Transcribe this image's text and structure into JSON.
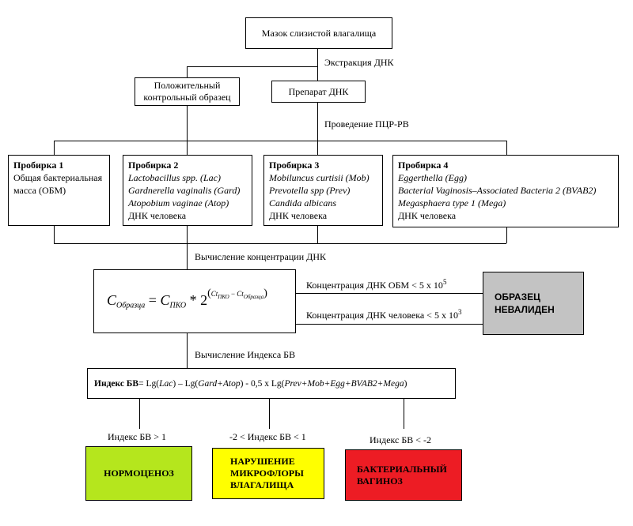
{
  "top_box": "Мазок слизистой влагалища",
  "extraction_label": "Экстракция ДНК",
  "positive_control": [
    "Положительный",
    "контрольный образец"
  ],
  "dna_prep": "Препарат ДНК",
  "pcr_label": "Проведение ПЦР-РВ",
  "tubes": [
    {
      "title": "Пробирка 1",
      "lines": [
        "Общая бактериальная",
        "масса (ОБМ)"
      ],
      "italic": [
        false,
        false
      ]
    },
    {
      "title": "Пробирка 2",
      "lines": [
        "Lactobacillus spp. (Lac)",
        "Gardnerella vaginalis (Gard)",
        "Atopobium vaginae (Atop)",
        "ДНК человека"
      ],
      "italic": [
        true,
        true,
        true,
        false
      ]
    },
    {
      "title": "Пробирка 3",
      "lines": [
        "Mobiluncus curtisii (Mob)",
        "Prevotella spp (Prev)",
        "Candida albicans",
        "ДНК человека"
      ],
      "italic": [
        true,
        true,
        true,
        false
      ]
    },
    {
      "title": "Пробирка 4",
      "lines": [
        "Eggerthella (Egg)",
        "Bacterial Vaginosis–Associated Bacteria 2 (BVAB2)",
        "Megasphaera type 1 (Mega)",
        "ДНК человека"
      ],
      "italic": [
        true,
        true,
        true,
        false
      ]
    }
  ],
  "conc_label": "Вычисление концентрации ДНК",
  "formula": {
    "c": "C",
    "sample_sub": "Образца",
    "eq": " = ",
    "pko_sub": "ПКО",
    "mult": " * 2",
    "exp_ct1": "Ct",
    "exp_ct1_sub": "ПКО",
    "exp_minus": " − ",
    "exp_ct2": "Ct",
    "exp_ct2_sub": "Образца"
  },
  "cond1": {
    "text": "Концентрация ДНК ОБМ < 5 x 10",
    "exp": "5"
  },
  "cond2": {
    "text": "Концентрация ДНК человека < 5 x 10",
    "exp": "3"
  },
  "invalid": [
    "ОБРАЗЕЦ",
    "НЕВАЛИДЕН"
  ],
  "index_calc_label": "Вычисление Индекса БВ",
  "index_formula": {
    "bold": "Индекс БВ",
    "p1": " = Lg(",
    "lac": "Lac",
    "p2": ") – Lg(",
    "gardatop": "Gard+Atop",
    "p3": ") - 0,5 x Lg(",
    "rest": "Prev+Mob+Egg+BVAB2+Mega",
    "p4": ")"
  },
  "thresholds": [
    "Индекс БВ > 1",
    "-2 < Индекс БВ < 1",
    "Индекс БВ < -2"
  ],
  "results": [
    {
      "lines": [
        "НОРМОЦЕНОЗ"
      ],
      "color": "#b5e61d"
    },
    {
      "lines": [
        "НАРУШЕНИЕ",
        "МИКРОФЛОРЫ",
        "ВЛАГАЛИЩА"
      ],
      "color": "#ffff00"
    },
    {
      "lines": [
        "БАКТЕРИАЛЬНЫЙ",
        "ВАГИНОЗ"
      ],
      "color": "#ed1c24"
    }
  ],
  "colors": {
    "invalid_bg": "#c3c3c3"
  }
}
